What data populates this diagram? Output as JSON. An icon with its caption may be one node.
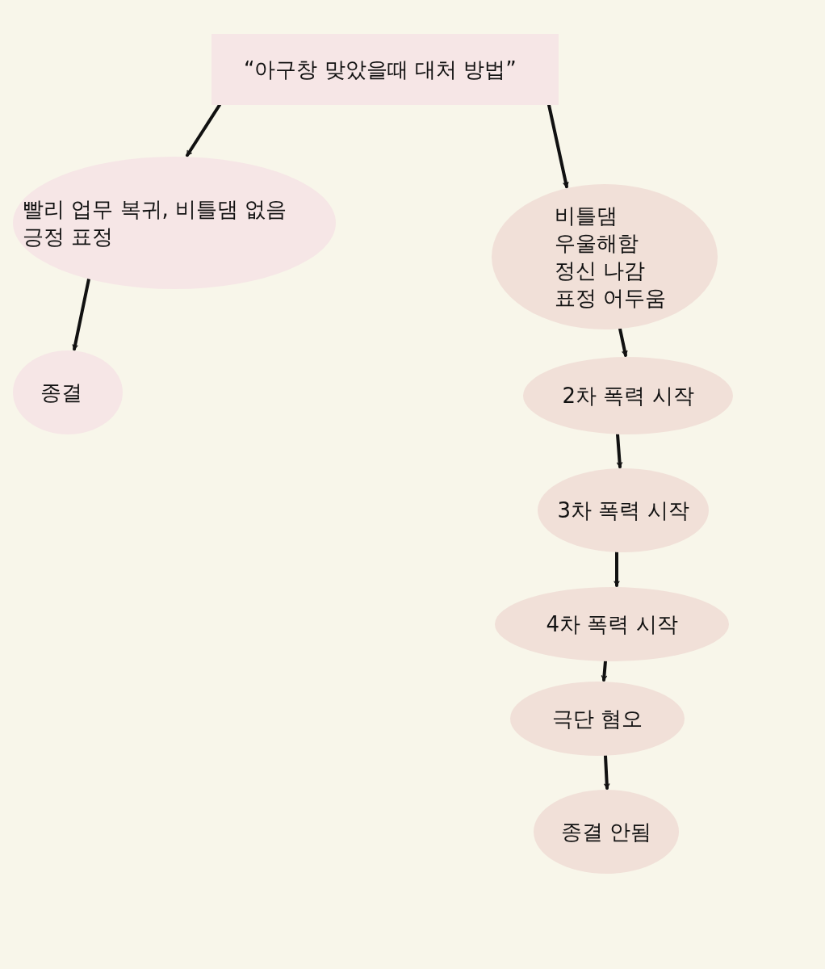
{
  "diagram": {
    "nodes": [
      {
        "text": [
          "“아구창 맞았을때 대처 방법”"
        ]
      },
      {
        "text": [
          "빨리 업무 복귀, 비틀댐 없음",
          "긍정 표정"
        ]
      },
      {
        "text": [
          "종결"
        ]
      },
      {
        "text": [
          "비틀댐",
          "우울해함",
          "정신 나감",
          "표정 어두움"
        ]
      },
      {
        "text": [
          "2차 폭력 시작"
        ]
      },
      {
        "text": [
          "3차 폭력 시작"
        ]
      },
      {
        "text": [
          "4차 폭력 시작"
        ]
      },
      {
        "text": [
          "극단 혐오"
        ]
      },
      {
        "text": [
          "종결 안됨"
        ]
      }
    ],
    "edges": [
      {
        "from": 0,
        "to": 1,
        "arrow": "to"
      },
      {
        "from": 1,
        "to": 2,
        "arrow": "to"
      },
      {
        "from": 0,
        "to": 3,
        "arrow": "to"
      },
      {
        "from": 3,
        "to": 4,
        "arrow": "to"
      },
      {
        "from": 4,
        "to": 5,
        "arrow": "to"
      },
      {
        "from": 5,
        "to": 6,
        "arrow": "to"
      },
      {
        "from": 6,
        "to": 7,
        "arrow": "to"
      },
      {
        "from": 7,
        "to": 8,
        "arrow": "to"
      }
    ]
  }
}
